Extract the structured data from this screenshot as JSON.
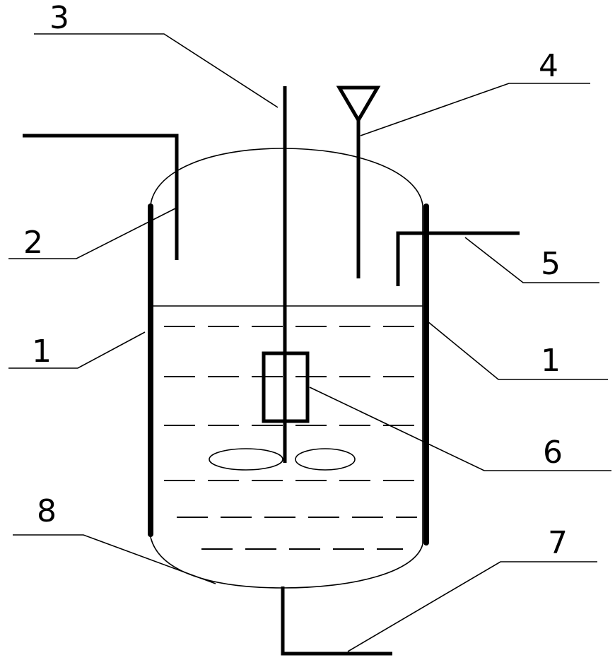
{
  "labels": {
    "jacket_left": "1",
    "jacket_right": "1",
    "inlet_pipe": "2",
    "stirrer_shaft": "3",
    "feed_funnel": "4",
    "outlet_pipe": "5",
    "sensor_probe": "6",
    "drain_pipe": "7",
    "vessel_bottom": "8"
  }
}
